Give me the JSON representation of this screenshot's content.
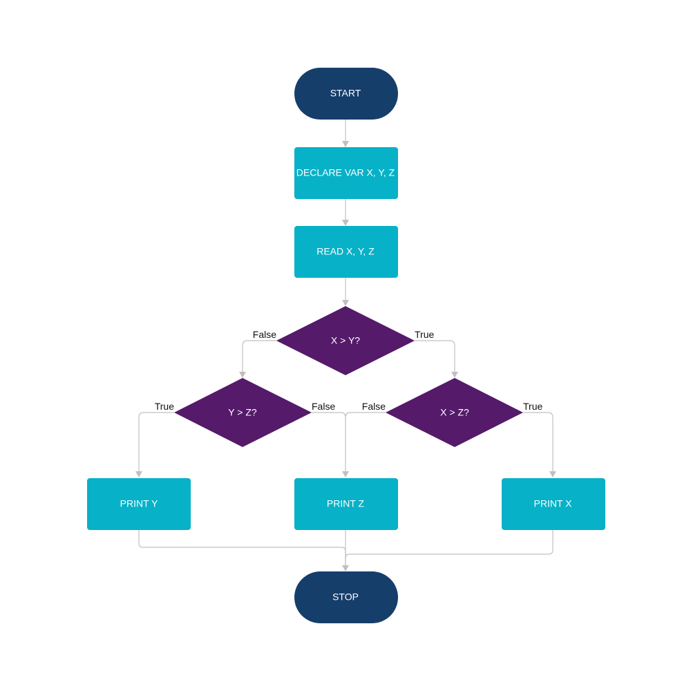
{
  "colors": {
    "terminal": "#163e6b",
    "process": "#07b1c7",
    "decision": "#551a69",
    "connector": "#c0c0c0",
    "label_text": "#111111",
    "node_text": "#ffffff",
    "background": "#ffffff"
  },
  "nodes": {
    "start": {
      "label": "START",
      "shape": "terminal"
    },
    "declare": {
      "label": "DECLARE VAR X, Y, Z",
      "shape": "process"
    },
    "read": {
      "label": "READ X, Y, Z",
      "shape": "process"
    },
    "x_gt_y": {
      "label": "X > Y?",
      "shape": "decision"
    },
    "y_gt_z": {
      "label": "Y > Z?",
      "shape": "decision"
    },
    "x_gt_z": {
      "label": "X > Z?",
      "shape": "decision"
    },
    "print_y": {
      "label": "PRINT Y",
      "shape": "process"
    },
    "print_z": {
      "label": "PRINT Z",
      "shape": "process"
    },
    "print_x": {
      "label": "PRINT X",
      "shape": "process"
    },
    "stop": {
      "label": "STOP",
      "shape": "terminal"
    }
  },
  "edges": [
    {
      "from": "start",
      "to": "declare",
      "label": ""
    },
    {
      "from": "declare",
      "to": "read",
      "label": ""
    },
    {
      "from": "read",
      "to": "x_gt_y",
      "label": ""
    },
    {
      "from": "x_gt_y",
      "to": "y_gt_z",
      "label": "False"
    },
    {
      "from": "x_gt_y",
      "to": "x_gt_z",
      "label": "True"
    },
    {
      "from": "y_gt_z",
      "to": "print_y",
      "label": "True"
    },
    {
      "from": "y_gt_z",
      "to": "print_z",
      "label": "False"
    },
    {
      "from": "x_gt_z",
      "to": "print_z",
      "label": "False"
    },
    {
      "from": "x_gt_z",
      "to": "print_x",
      "label": "True"
    },
    {
      "from": "print_y",
      "to": "stop",
      "label": ""
    },
    {
      "from": "print_z",
      "to": "stop",
      "label": ""
    },
    {
      "from": "print_x",
      "to": "stop",
      "label": ""
    }
  ]
}
